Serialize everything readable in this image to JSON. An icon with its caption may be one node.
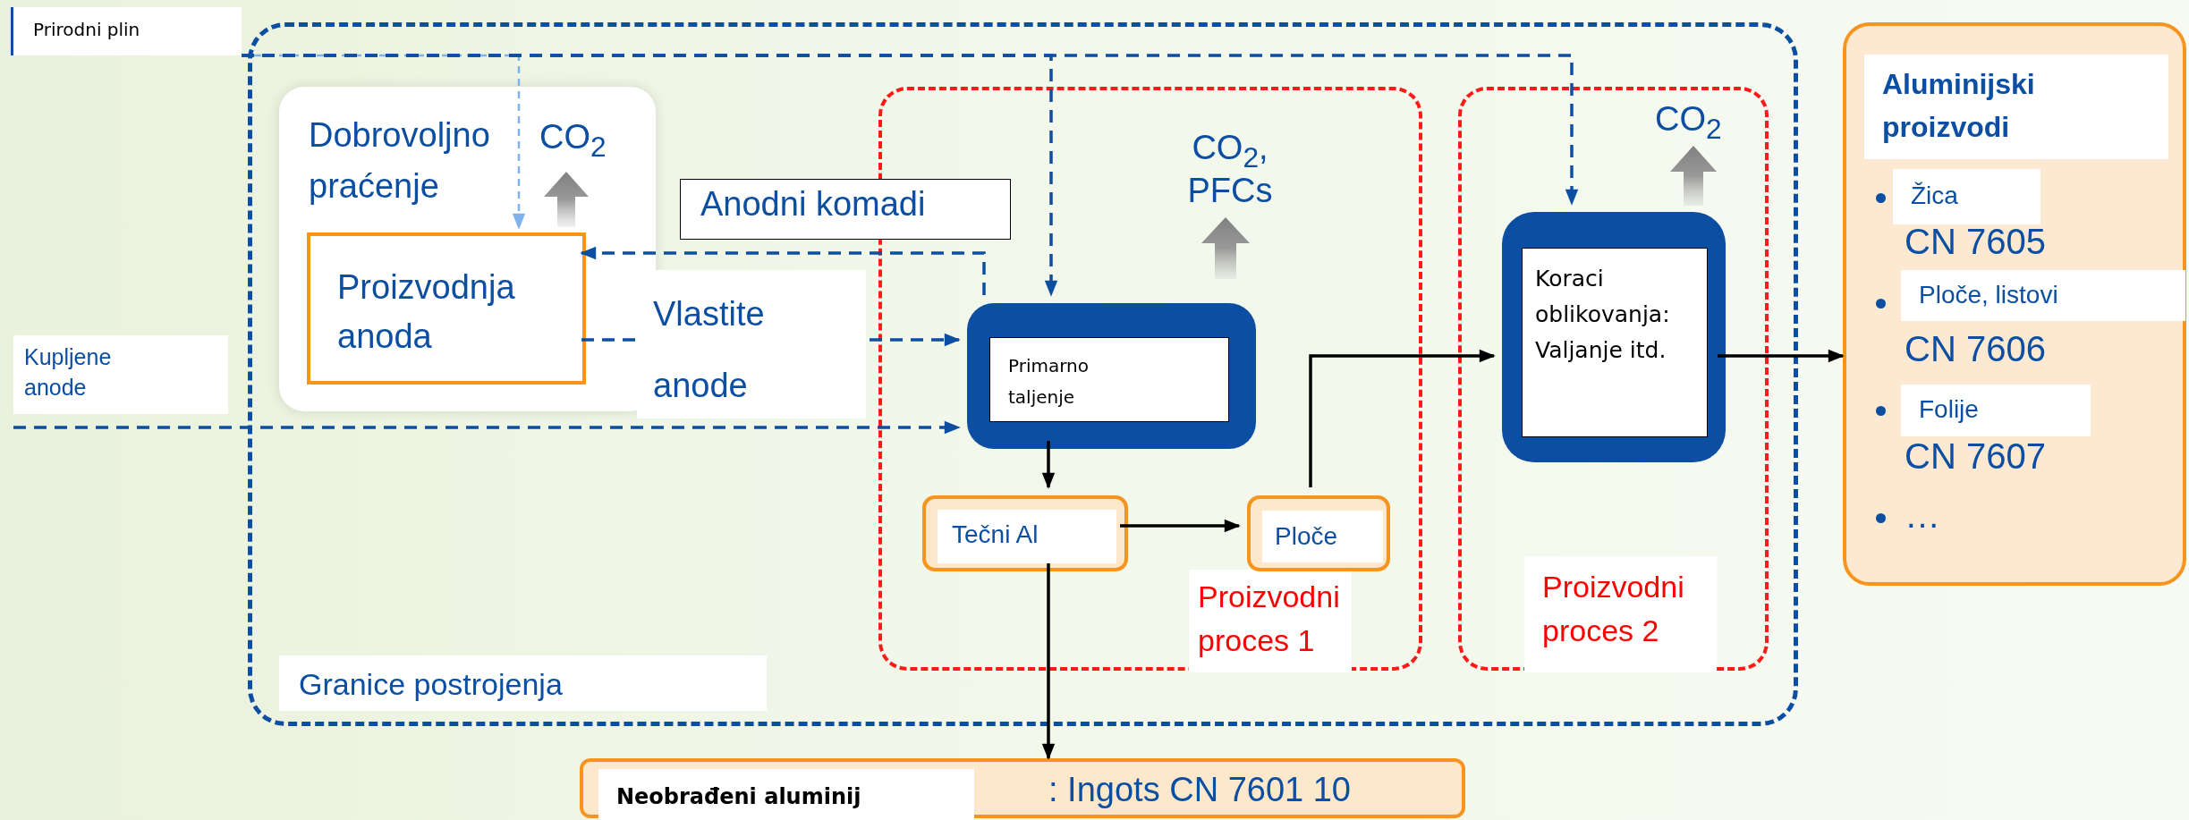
{
  "diagram": {
    "nodes": [
      {
        "text": [
          "Prirodni plin"
        ]
      },
      {
        "text": [
          "Granice postrojenja"
        ]
      },
      {
        "text": [
          "Dobrovoljno praćenje"
        ],
        "in": 1
      },
      {
        "text": [
          "Proizvodnja anoda"
        ],
        "in": 2
      },
      {
        "text": [
          "Proizvodni proces 1"
        ],
        "in": 1
      },
      {
        "text": [
          "Primarno taljenje"
        ],
        "in": 4
      },
      {
        "text": [
          "Tečni Al"
        ],
        "in": 4
      },
      {
        "text": [
          "Ploče"
        ],
        "in": 4
      },
      {
        "text": [
          "Proizvodni proces 2"
        ],
        "in": 1
      },
      {
        "text": [
          "Koraci oblikovanja: Valjanje itd."
        ],
        "in": 8
      },
      {
        "text": [
          "Aluminijski proizvodi",
          "Žica",
          "CN 7605",
          "Ploče, listovi",
          "CN 7606",
          "Folije",
          "CN 7607",
          "…"
        ]
      },
      {
        "text": [
          "Kupljene anode"
        ]
      },
      {
        "text": [
          "Neobrađeni aluminij",
          ": Ingots CN 7601 10"
        ]
      }
    ],
    "edges": [
      {
        "from": 0,
        "to": 3,
        "arrow": "to",
        "style": "dashed",
        "color": "#7fb2ea"
      },
      {
        "from": 0,
        "to": 5,
        "arrow": "to",
        "style": "dashed",
        "color": "#0b4ea2"
      },
      {
        "from": 0,
        "to": 9,
        "arrow": "to",
        "style": "dashed",
        "color": "#0b4ea2"
      },
      {
        "from": 5,
        "to": 3,
        "arrow": "to",
        "label": "Anodni komadi",
        "style": "dashed",
        "color": "#0b4ea2"
      },
      {
        "from": 3,
        "to": 5,
        "arrow": "to",
        "label": "Vlastite anode",
        "style": "dashed",
        "color": "#0b4ea2"
      },
      {
        "from": 11,
        "to": 5,
        "arrow": "to",
        "style": "dashed",
        "color": "#0b4ea2"
      },
      {
        "from": 5,
        "to": 6,
        "arrow": "to",
        "color": "#000000"
      },
      {
        "from": 6,
        "to": 7,
        "arrow": "to",
        "color": "#000000"
      },
      {
        "from": 7,
        "to": 9,
        "arrow": "to",
        "color": "#000000"
      },
      {
        "from": 9,
        "to": 10,
        "arrow": "to",
        "color": "#000000"
      },
      {
        "from": 6,
        "to": 12,
        "arrow": "to",
        "color": "#000000"
      }
    ],
    "labels": [
      "CO$_{2}$",
      "CO$_{2}$, PFCs",
      "CO$_{2}$"
    ]
  }
}
